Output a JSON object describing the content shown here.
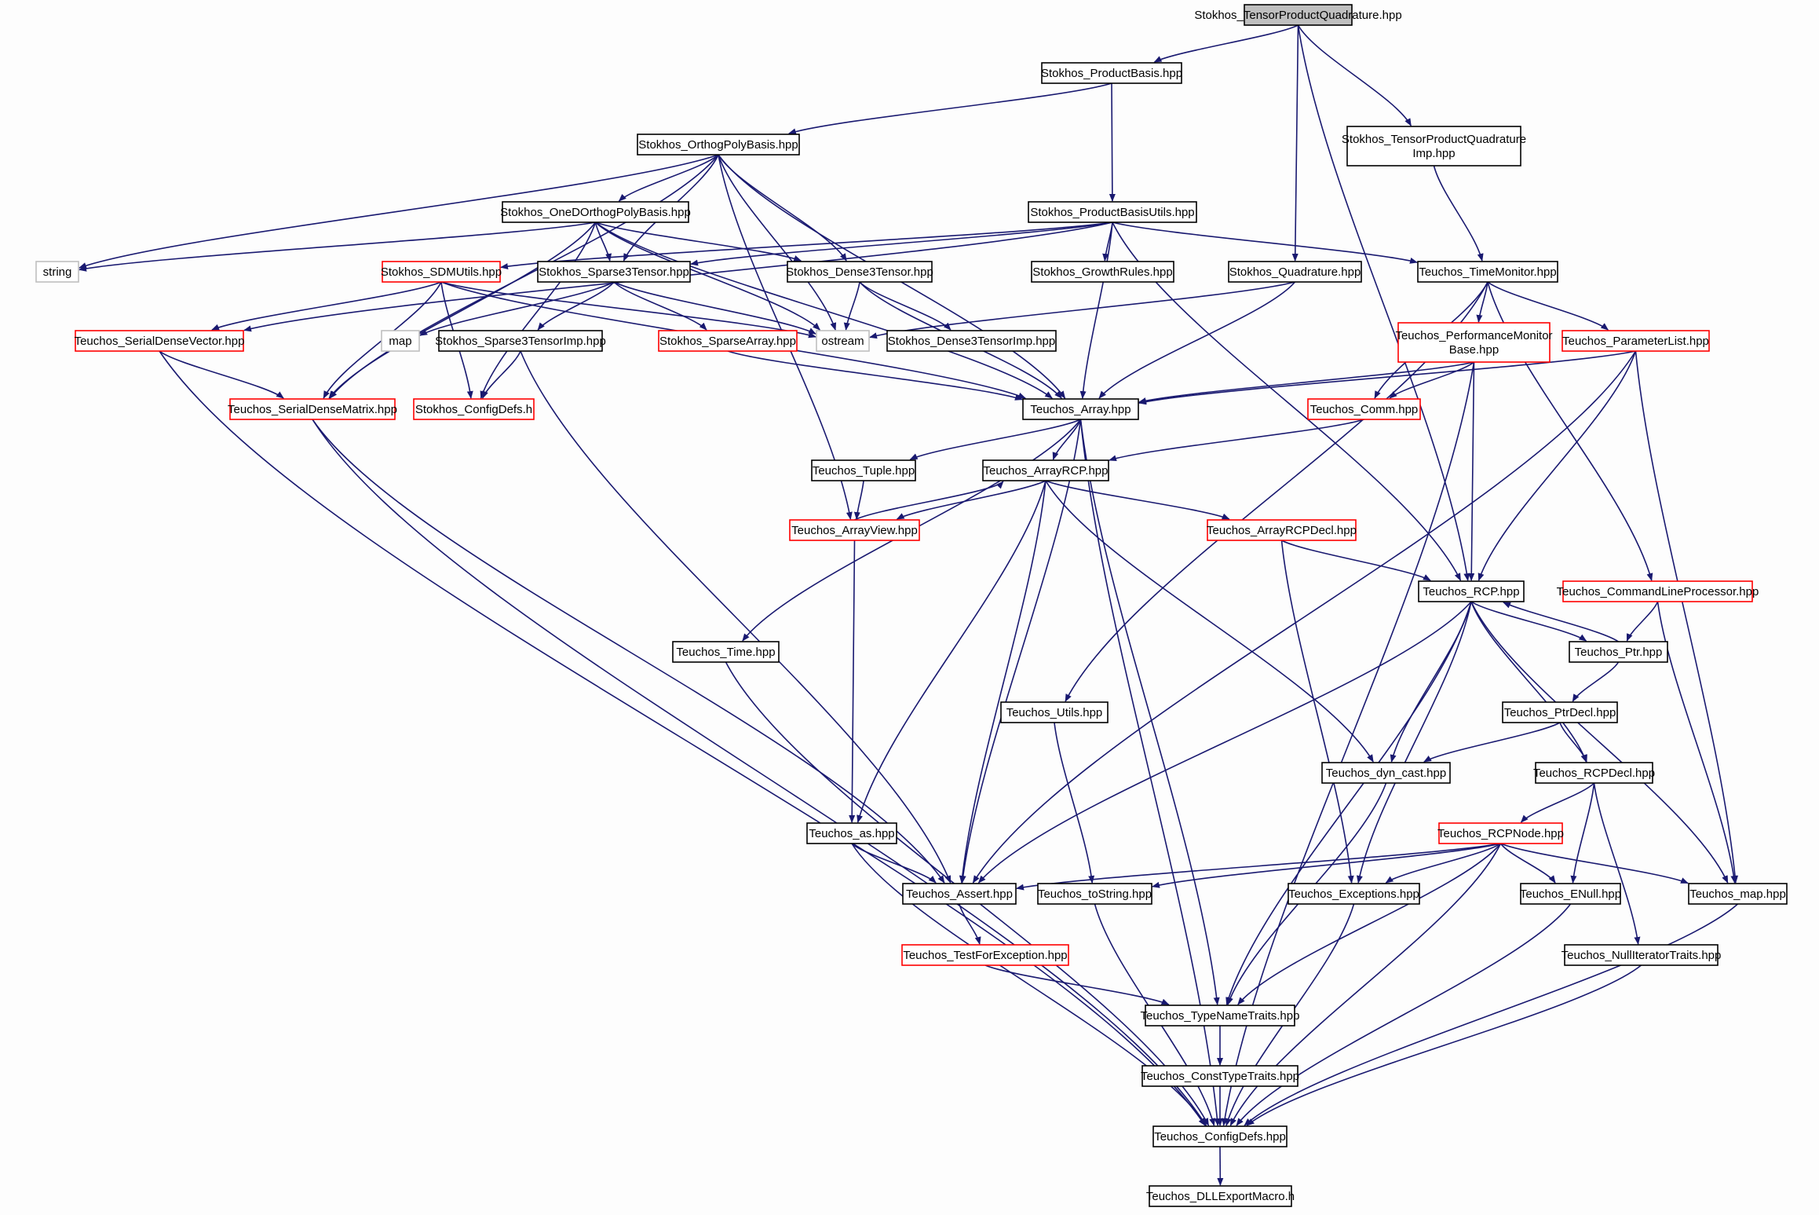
{
  "colors": {
    "edge": "#191970",
    "normal_border": "#000000",
    "truncated_border": "#ff0000",
    "external_border": "#bfbfbf",
    "root_fill": "#bfbfbf",
    "node_fill": "#ffffff"
  },
  "nodes": [
    {
      "id": "n01",
      "lines": [
        "Stokhos_TensorProductQuadrature.hpp"
      ],
      "kind": "root"
    },
    {
      "id": "n02",
      "lines": [
        "Stokhos_ProductBasis.hpp"
      ],
      "kind": "normal"
    },
    {
      "id": "n03",
      "lines": [
        "Stokhos_TensorProductQuadrature",
        "Imp.hpp"
      ],
      "kind": "normal"
    },
    {
      "id": "n04",
      "lines": [
        "Stokhos_OrthogPolyBasis.hpp"
      ],
      "kind": "normal"
    },
    {
      "id": "n05",
      "lines": [
        "Stokhos_OneDOrthogPolyBasis.hpp"
      ],
      "kind": "normal"
    },
    {
      "id": "n06",
      "lines": [
        "Stokhos_ProductBasisUtils.hpp"
      ],
      "kind": "normal"
    },
    {
      "id": "n07",
      "lines": [
        "string"
      ],
      "kind": "external"
    },
    {
      "id": "n08",
      "lines": [
        "Stokhos_SDMUtils.hpp"
      ],
      "kind": "truncated"
    },
    {
      "id": "n09",
      "lines": [
        "Stokhos_Sparse3Tensor.hpp"
      ],
      "kind": "normal"
    },
    {
      "id": "n10",
      "lines": [
        "Stokhos_Dense3Tensor.hpp"
      ],
      "kind": "normal"
    },
    {
      "id": "n11",
      "lines": [
        "Stokhos_GrowthRules.hpp"
      ],
      "kind": "normal"
    },
    {
      "id": "n12",
      "lines": [
        "Stokhos_Quadrature.hpp"
      ],
      "kind": "normal"
    },
    {
      "id": "n13",
      "lines": [
        "Teuchos_TimeMonitor.hpp"
      ],
      "kind": "normal"
    },
    {
      "id": "n14",
      "lines": [
        "Teuchos_SerialDenseVector.hpp"
      ],
      "kind": "truncated"
    },
    {
      "id": "n15",
      "lines": [
        "map"
      ],
      "kind": "external"
    },
    {
      "id": "n16",
      "lines": [
        "Stokhos_Sparse3TensorImp.hpp"
      ],
      "kind": "normal"
    },
    {
      "id": "n17",
      "lines": [
        "Stokhos_SparseArray.hpp"
      ],
      "kind": "truncated"
    },
    {
      "id": "n18",
      "lines": [
        "ostream"
      ],
      "kind": "external"
    },
    {
      "id": "n19",
      "lines": [
        "Stokhos_Dense3TensorImp.hpp"
      ],
      "kind": "normal"
    },
    {
      "id": "n20",
      "lines": [
        "Teuchos_PerformanceMonitor",
        "Base.hpp"
      ],
      "kind": "truncated"
    },
    {
      "id": "n21",
      "lines": [
        "Teuchos_ParameterList.hpp"
      ],
      "kind": "truncated"
    },
    {
      "id": "n22",
      "lines": [
        "Teuchos_SerialDenseMatrix.hpp"
      ],
      "kind": "truncated"
    },
    {
      "id": "n23",
      "lines": [
        "Stokhos_ConfigDefs.h"
      ],
      "kind": "truncated"
    },
    {
      "id": "n24",
      "lines": [
        "Teuchos_Array.hpp"
      ],
      "kind": "normal"
    },
    {
      "id": "n25",
      "lines": [
        "Teuchos_Comm.hpp"
      ],
      "kind": "truncated"
    },
    {
      "id": "n26",
      "lines": [
        "Teuchos_Tuple.hpp"
      ],
      "kind": "normal"
    },
    {
      "id": "n27",
      "lines": [
        "Teuchos_ArrayRCP.hpp"
      ],
      "kind": "normal"
    },
    {
      "id": "n28",
      "lines": [
        "Teuchos_ArrayView.hpp"
      ],
      "kind": "truncated"
    },
    {
      "id": "n29",
      "lines": [
        "Teuchos_ArrayRCPDecl.hpp"
      ],
      "kind": "truncated"
    },
    {
      "id": "n30",
      "lines": [
        "Teuchos_RCP.hpp"
      ],
      "kind": "normal"
    },
    {
      "id": "n31",
      "lines": [
        "Teuchos_CommandLineProcessor.hpp"
      ],
      "kind": "truncated"
    },
    {
      "id": "n32",
      "lines": [
        "Teuchos_Time.hpp"
      ],
      "kind": "normal"
    },
    {
      "id": "n33",
      "lines": [
        "Teuchos_Ptr.hpp"
      ],
      "kind": "normal"
    },
    {
      "id": "n34",
      "lines": [
        "Teuchos_Utils.hpp"
      ],
      "kind": "normal"
    },
    {
      "id": "n35",
      "lines": [
        "Teuchos_PtrDecl.hpp"
      ],
      "kind": "normal"
    },
    {
      "id": "n36",
      "lines": [
        "Teuchos_dyn_cast.hpp"
      ],
      "kind": "normal"
    },
    {
      "id": "n37",
      "lines": [
        "Teuchos_RCPDecl.hpp"
      ],
      "kind": "normal"
    },
    {
      "id": "n38",
      "lines": [
        "Teuchos_as.hpp"
      ],
      "kind": "normal"
    },
    {
      "id": "n39",
      "lines": [
        "Teuchos_RCPNode.hpp"
      ],
      "kind": "truncated"
    },
    {
      "id": "n40",
      "lines": [
        "Teuchos_Assert.hpp"
      ],
      "kind": "normal"
    },
    {
      "id": "n41",
      "lines": [
        "Teuchos_toString.hpp"
      ],
      "kind": "normal"
    },
    {
      "id": "n42",
      "lines": [
        "Teuchos_Exceptions.hpp"
      ],
      "kind": "normal"
    },
    {
      "id": "n43",
      "lines": [
        "Teuchos_ENull.hpp"
      ],
      "kind": "normal"
    },
    {
      "id": "n44",
      "lines": [
        "Teuchos_map.hpp"
      ],
      "kind": "normal"
    },
    {
      "id": "n45",
      "lines": [
        "Teuchos_TestForException.hpp"
      ],
      "kind": "truncated"
    },
    {
      "id": "n46",
      "lines": [
        "Teuchos_NullIteratorTraits.hpp"
      ],
      "kind": "normal"
    },
    {
      "id": "n47",
      "lines": [
        "Teuchos_TypeNameTraits.hpp"
      ],
      "kind": "normal"
    },
    {
      "id": "n48",
      "lines": [
        "Teuchos_ConstTypeTraits.hpp"
      ],
      "kind": "normal"
    },
    {
      "id": "n49",
      "lines": [
        "Teuchos_ConfigDefs.hpp"
      ],
      "kind": "normal"
    },
    {
      "id": "n50",
      "lines": [
        "Teuchos_DLLExportMacro.h"
      ],
      "kind": "normal"
    }
  ],
  "edges": [
    [
      "n01",
      "n02"
    ],
    [
      "n01",
      "n03"
    ],
    [
      "n01",
      "n12"
    ],
    [
      "n01",
      "n30"
    ],
    [
      "n02",
      "n04"
    ],
    [
      "n02",
      "n06"
    ],
    [
      "n03",
      "n13"
    ],
    [
      "n04",
      "n05"
    ],
    [
      "n04",
      "n09"
    ],
    [
      "n04",
      "n10"
    ],
    [
      "n04",
      "n07"
    ],
    [
      "n04",
      "n18"
    ],
    [
      "n04",
      "n22"
    ],
    [
      "n04",
      "n28"
    ],
    [
      "n04",
      "n24"
    ],
    [
      "n05",
      "n07"
    ],
    [
      "n05",
      "n09"
    ],
    [
      "n05",
      "n10"
    ],
    [
      "n05",
      "n18"
    ],
    [
      "n05",
      "n23"
    ],
    [
      "n05",
      "n22"
    ],
    [
      "n05",
      "n24"
    ],
    [
      "n06",
      "n08"
    ],
    [
      "n06",
      "n09"
    ],
    [
      "n06",
      "n11"
    ],
    [
      "n06",
      "n13"
    ],
    [
      "n06",
      "n14"
    ],
    [
      "n06",
      "n24"
    ],
    [
      "n06",
      "n30"
    ],
    [
      "n08",
      "n14"
    ],
    [
      "n08",
      "n22"
    ],
    [
      "n08",
      "n23"
    ],
    [
      "n08",
      "n18"
    ],
    [
      "n08",
      "n24"
    ],
    [
      "n09",
      "n15"
    ],
    [
      "n09",
      "n16"
    ],
    [
      "n09",
      "n17"
    ],
    [
      "n09",
      "n18"
    ],
    [
      "n10",
      "n18"
    ],
    [
      "n10",
      "n19"
    ],
    [
      "n10",
      "n24"
    ],
    [
      "n12",
      "n18"
    ],
    [
      "n12",
      "n24"
    ],
    [
      "n13",
      "n20"
    ],
    [
      "n13",
      "n21"
    ],
    [
      "n13",
      "n25"
    ],
    [
      "n13",
      "n31"
    ],
    [
      "n13",
      "n34"
    ],
    [
      "n14",
      "n22"
    ],
    [
      "n14",
      "n49"
    ],
    [
      "n16",
      "n23"
    ],
    [
      "n16",
      "n40"
    ],
    [
      "n17",
      "n24"
    ],
    [
      "n20",
      "n24"
    ],
    [
      "n20",
      "n25"
    ],
    [
      "n20",
      "n30"
    ],
    [
      "n20",
      "n49"
    ],
    [
      "n21",
      "n24"
    ],
    [
      "n21",
      "n30"
    ],
    [
      "n21",
      "n40"
    ],
    [
      "n21",
      "n44"
    ],
    [
      "n22",
      "n40"
    ],
    [
      "n22",
      "n49"
    ],
    [
      "n24",
      "n26"
    ],
    [
      "n24",
      "n27"
    ],
    [
      "n24",
      "n32"
    ],
    [
      "n24",
      "n40"
    ],
    [
      "n24",
      "n47"
    ],
    [
      "n24",
      "n49"
    ],
    [
      "n25",
      "n27"
    ],
    [
      "n26",
      "n28"
    ],
    [
      "n27",
      "n28"
    ],
    [
      "n27",
      "n29"
    ],
    [
      "n27",
      "n36"
    ],
    [
      "n27",
      "n38"
    ],
    [
      "n27",
      "n40"
    ],
    [
      "n28",
      "n27"
    ],
    [
      "n28",
      "n38"
    ],
    [
      "n29",
      "n30"
    ],
    [
      "n29",
      "n42"
    ],
    [
      "n30",
      "n33"
    ],
    [
      "n30",
      "n36"
    ],
    [
      "n30",
      "n37"
    ],
    [
      "n30",
      "n40"
    ],
    [
      "n30",
      "n42"
    ],
    [
      "n30",
      "n44"
    ],
    [
      "n30",
      "n47"
    ],
    [
      "n31",
      "n33"
    ],
    [
      "n31",
      "n44"
    ],
    [
      "n32",
      "n49"
    ],
    [
      "n33",
      "n30"
    ],
    [
      "n33",
      "n35"
    ],
    [
      "n34",
      "n41"
    ],
    [
      "n35",
      "n36"
    ],
    [
      "n35",
      "n37"
    ],
    [
      "n36",
      "n47"
    ],
    [
      "n37",
      "n39"
    ],
    [
      "n37",
      "n43"
    ],
    [
      "n37",
      "n46"
    ],
    [
      "n38",
      "n40"
    ],
    [
      "n38",
      "n49"
    ],
    [
      "n39",
      "n40"
    ],
    [
      "n39",
      "n41"
    ],
    [
      "n39",
      "n42"
    ],
    [
      "n39",
      "n43"
    ],
    [
      "n39",
      "n44"
    ],
    [
      "n39",
      "n47"
    ],
    [
      "n39",
      "n49"
    ],
    [
      "n40",
      "n45"
    ],
    [
      "n41",
      "n49"
    ],
    [
      "n42",
      "n49"
    ],
    [
      "n43",
      "n49"
    ],
    [
      "n44",
      "n49"
    ],
    [
      "n45",
      "n47"
    ],
    [
      "n46",
      "n49"
    ],
    [
      "n47",
      "n48"
    ],
    [
      "n48",
      "n49"
    ],
    [
      "n49",
      "n50"
    ]
  ]
}
